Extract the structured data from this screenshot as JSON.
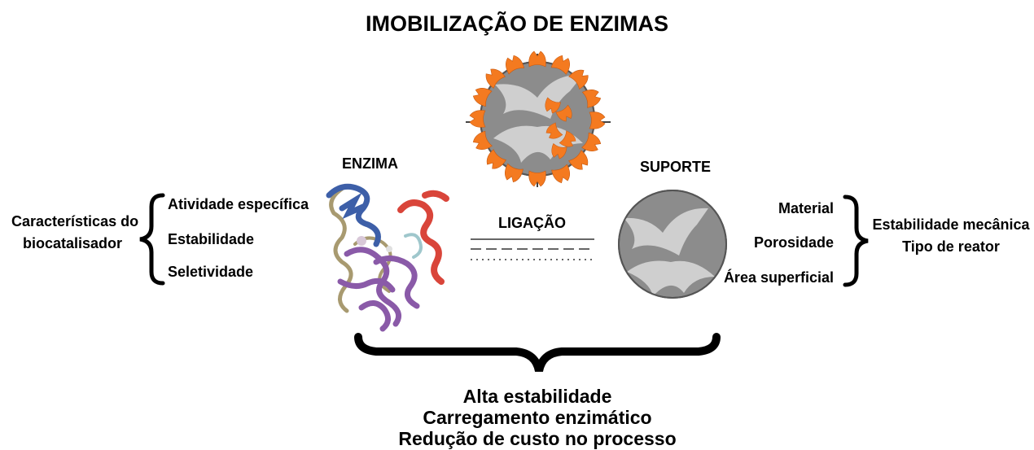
{
  "title": "IMOBILIZAÇÃO DE ENZIMAS",
  "left": {
    "heading_lines": [
      "Características do",
      "biocatalisador"
    ],
    "items": [
      "Atividade específica",
      "Estabilidade",
      "Seletividade"
    ]
  },
  "enzyme": {
    "label": "ENZIMA"
  },
  "binding": {
    "label": "LIGAÇÃO"
  },
  "support": {
    "label": "SUPORTE"
  },
  "right": {
    "items": [
      "Material",
      "Porosidade",
      "Área superficial"
    ],
    "summary_lines": [
      "Estabilidade mecânica",
      "Tipo de reator"
    ]
  },
  "bottom": {
    "lines": [
      "Alta estabilidade",
      "Carregamento enzimático",
      "Redução de custo no processo"
    ]
  },
  "colors": {
    "support_dark": "#8c8c8c",
    "support_light": "#cfcfcf",
    "enzyme_orange": "#f47a20",
    "protein_blue": "#3d5fa8",
    "protein_red": "#d9453a",
    "protein_purple": "#8a5aa8",
    "protein_tan": "#a89a70"
  }
}
